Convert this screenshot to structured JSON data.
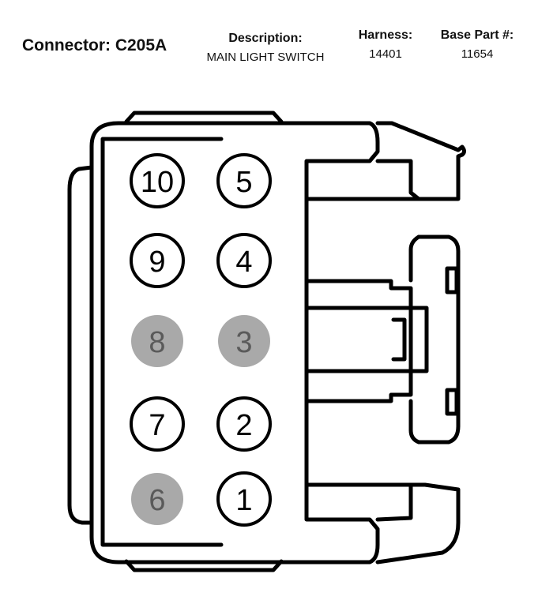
{
  "header": {
    "connector_label": "Connector: C205A",
    "description_title": "Description:",
    "description_value": "MAIN LIGHT SWITCH",
    "harness_title": "Harness:",
    "harness_value": "14401",
    "base_part_title": "Base Part #:",
    "base_part_value": "11654"
  },
  "colors": {
    "outline": "#000000",
    "active_pin_fill": "#ffffff",
    "empty_pin_fill": "#a9a9a9",
    "empty_pin_text": "#5a5a5a"
  },
  "pins": [
    {
      "number": "10",
      "state": "populated"
    },
    {
      "number": "5",
      "state": "populated"
    },
    {
      "number": "9",
      "state": "populated"
    },
    {
      "number": "4",
      "state": "populated"
    },
    {
      "number": "8",
      "state": "empty"
    },
    {
      "number": "3",
      "state": "empty"
    },
    {
      "number": "7",
      "state": "populated"
    },
    {
      "number": "2",
      "state": "populated"
    },
    {
      "number": "6",
      "state": "empty"
    },
    {
      "number": "1",
      "state": "populated"
    }
  ]
}
